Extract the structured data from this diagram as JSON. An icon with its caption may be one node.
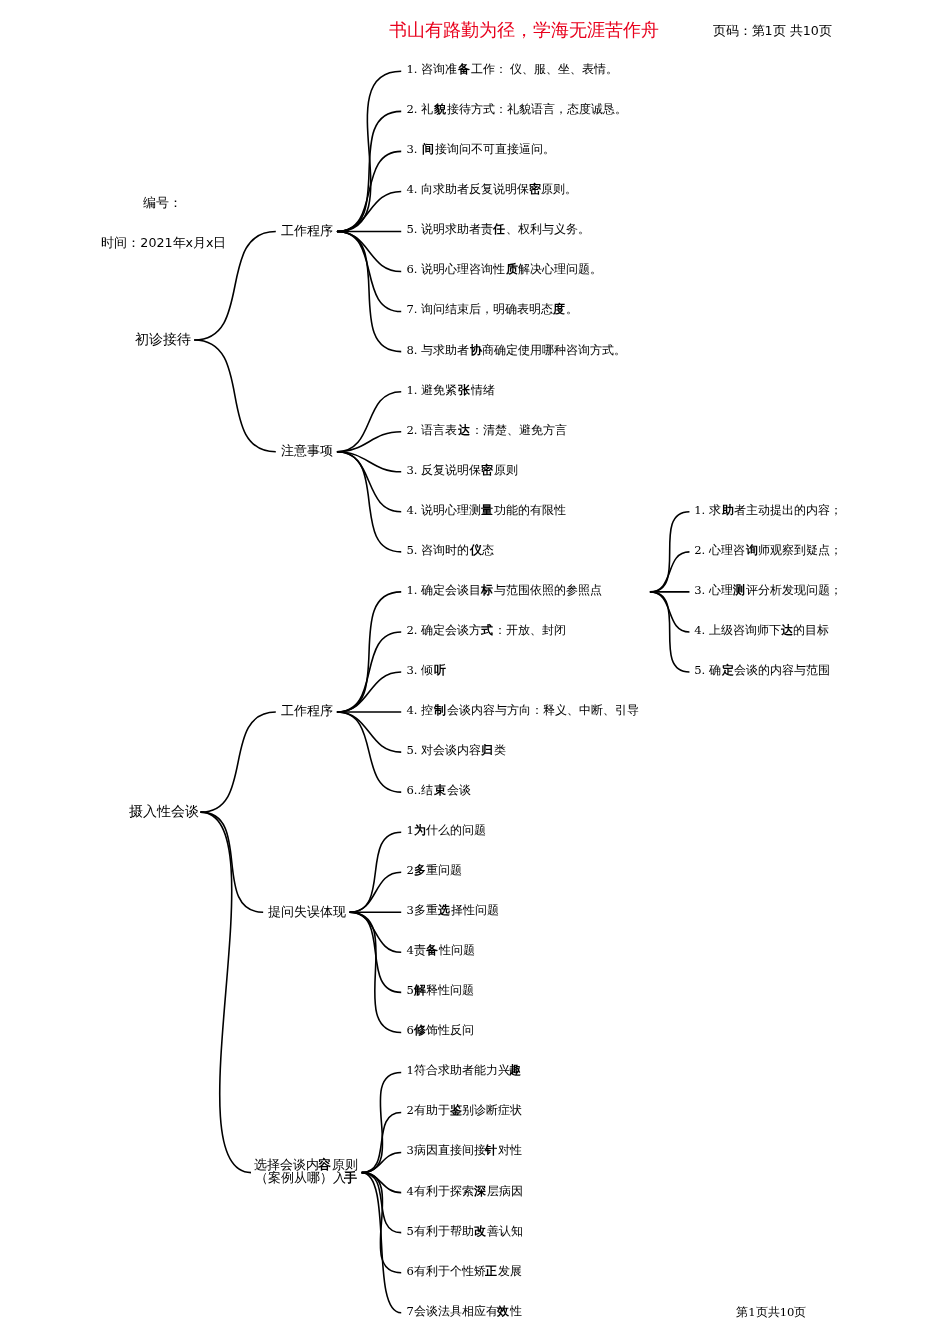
{
  "diagram": {
    "nodes": [
      {
        "text": [
          "初诊接待"
        ]
      },
      {
        "text": [
          "工作程序"
        ]
      },
      {
        "text": [
          "1. 咨询准**备**工作： 仪、服、坐、表情。"
        ]
      },
      {
        "text": [
          "2. 礼**貌**接待方式：礼貌语言，态度诚恳。"
        ]
      },
      {
        "text": [
          "3. **间**接询问不可直接逼问。"
        ]
      },
      {
        "text": [
          "4. 向求助者反复说明保**密**原则。"
        ]
      },
      {
        "text": [
          "5. 说明求助者责**任**、权利与义务。"
        ]
      },
      {
        "text": [
          "6. 说明心理咨询性**质**解决心理问题。"
        ]
      },
      {
        "text": [
          "7. 询问结束后，明确表明态**度**。"
        ]
      },
      {
        "text": [
          "8. 与求助者**协**商确定使用哪种咨询方式。"
        ]
      },
      {
        "text": [
          "注意事项"
        ]
      },
      {
        "text": [
          "1. 避免紧**张**情绪"
        ]
      },
      {
        "text": [
          "2. 语言表**达**：清楚、避免方言"
        ]
      },
      {
        "text": [
          "3. 反复说明保**密**原则"
        ]
      },
      {
        "text": [
          "4. 说明心理测**量**功能的有限性"
        ]
      },
      {
        "text": [
          "5. 咨询时的**仪**态"
        ]
      },
      {
        "text": [
          "摄入性会谈"
        ]
      },
      {
        "text": [
          "工作程序"
        ]
      },
      {
        "text": [
          "1. 确定会谈目**标**与范围依照的参照点"
        ]
      },
      {
        "text": [
          "1. 求**助**者主动提出的内容；"
        ]
      },
      {
        "text": [
          "2. 心理咨**询**师观察到疑点；"
        ]
      },
      {
        "text": [
          "3. 心理**测**评分析发现问题；"
        ]
      },
      {
        "text": [
          "4. 上级咨询师下**达**的目标"
        ]
      },
      {
        "text": [
          "5. 确**定**会谈的内容与范围"
        ]
      },
      {
        "text": [
          "2. 确定会谈方**式**：开放、封闭"
        ]
      },
      {
        "text": [
          "3. 倾**听**"
        ]
      },
      {
        "text": [
          "4. 控**制**会谈内容与方向：释义、中断、引导"
        ]
      },
      {
        "text": [
          "5. 对会谈内容**归**类"
        ]
      },
      {
        "text": [
          "6..结**束**会谈"
        ]
      },
      {
        "text": [
          "提问失误体现"
        ]
      },
      {
        "text": [
          "1**为**什么的问题"
        ]
      },
      {
        "text": [
          "2**多**重问题"
        ]
      },
      {
        "text": [
          "3多重**选**择性问题"
        ]
      },
      {
        "text": [
          "4责**备**性问题"
        ]
      },
      {
        "text": [
          "5**解**释性问题"
        ]
      },
      {
        "text": [
          "6**修**饰性反问"
        ]
      },
      {
        "text": [
          "选择会谈内**容**原则",
          "（案例从哪）入**手**"
        ]
      },
      {
        "text": [
          "1符合求助者能力兴**趣**"
        ]
      },
      {
        "text": [
          "2有助于**鉴**别诊断症状"
        ]
      },
      {
        "text": [
          "3病因直接间接**针**对性"
        ]
      },
      {
        "text": [
          "4有利于探索**深**层病因"
        ]
      },
      {
        "text": [
          "5有利于帮助**改**善认知"
        ]
      },
      {
        "text": [
          "6有利于个性矫**正**发展"
        ]
      },
      {
        "text": [
          "7会谈法具相应有**效**性"
        ]
      }
    ],
    "edges": [
      {
        "from": 0,
        "to": 1,
        "arrow": "none"
      },
      {
        "from": 0,
        "to": 10,
        "arrow": "none"
      },
      {
        "from": 1,
        "to": 2,
        "arrow": "none"
      },
      {
        "from": 1,
        "to": 3,
        "arrow": "none"
      },
      {
        "from": 1,
        "to": 4,
        "arrow": "none"
      },
      {
        "from": 1,
        "to": 5,
        "arrow": "none"
      },
      {
        "from": 1,
        "to": 6,
        "arrow": "none"
      },
      {
        "from": 1,
        "to": 7,
        "arrow": "none"
      },
      {
        "from": 1,
        "to": 8,
        "arrow": "none"
      },
      {
        "from": 1,
        "to": 9,
        "arrow": "none"
      },
      {
        "from": 10,
        "to": 11,
        "arrow": "none"
      },
      {
        "from": 10,
        "to": 12,
        "arrow": "none"
      },
      {
        "from": 10,
        "to": 13,
        "arrow": "none"
      },
      {
        "from": 10,
        "to": 14,
        "arrow": "none"
      },
      {
        "from": 10,
        "to": 15,
        "arrow": "none"
      },
      {
        "from": 16,
        "to": 17,
        "arrow": "none"
      },
      {
        "from": 16,
        "to": 29,
        "arrow": "none"
      },
      {
        "from": 16,
        "to": 36,
        "arrow": "none"
      },
      {
        "from": 17,
        "to": 18,
        "arrow": "none"
      },
      {
        "from": 17,
        "to": 24,
        "arrow": "none"
      },
      {
        "from": 17,
        "to": 25,
        "arrow": "none"
      },
      {
        "from": 17,
        "to": 26,
        "arrow": "none"
      },
      {
        "from": 17,
        "to": 27,
        "arrow": "none"
      },
      {
        "from": 17,
        "to": 28,
        "arrow": "none"
      },
      {
        "from": 18,
        "to": 19,
        "arrow": "none"
      },
      {
        "from": 18,
        "to": 20,
        "arrow": "none"
      },
      {
        "from": 18,
        "to": 21,
        "arrow": "none"
      },
      {
        "from": 18,
        "to": 22,
        "arrow": "none"
      },
      {
        "from": 18,
        "to": 23,
        "arrow": "none"
      },
      {
        "from": 29,
        "to": 30,
        "arrow": "none"
      },
      {
        "from": 29,
        "to": 31,
        "arrow": "none"
      },
      {
        "from": 29,
        "to": 32,
        "arrow": "none"
      },
      {
        "from": 29,
        "to": 33,
        "arrow": "none"
      },
      {
        "from": 29,
        "to": 34,
        "arrow": "none"
      },
      {
        "from": 29,
        "to": 35,
        "arrow": "none"
      },
      {
        "from": 36,
        "to": 37,
        "arrow": "none"
      },
      {
        "from": 36,
        "to": 38,
        "arrow": "none"
      },
      {
        "from": 36,
        "to": 39,
        "arrow": "none"
      },
      {
        "from": 36,
        "to": 40,
        "arrow": "none"
      },
      {
        "from": 36,
        "to": 41,
        "arrow": "none"
      },
      {
        "from": 36,
        "to": 42,
        "arrow": "none"
      },
      {
        "from": 36,
        "to": 43,
        "arrow": "none"
      }
    ],
    "labels": [
      "编号：",
      "时间：2021年x月x日",
      "书山有路勤为径，学海无涯苦作舟",
      "页码：第1页 共10页",
      "第1页共10页"
    ]
  }
}
